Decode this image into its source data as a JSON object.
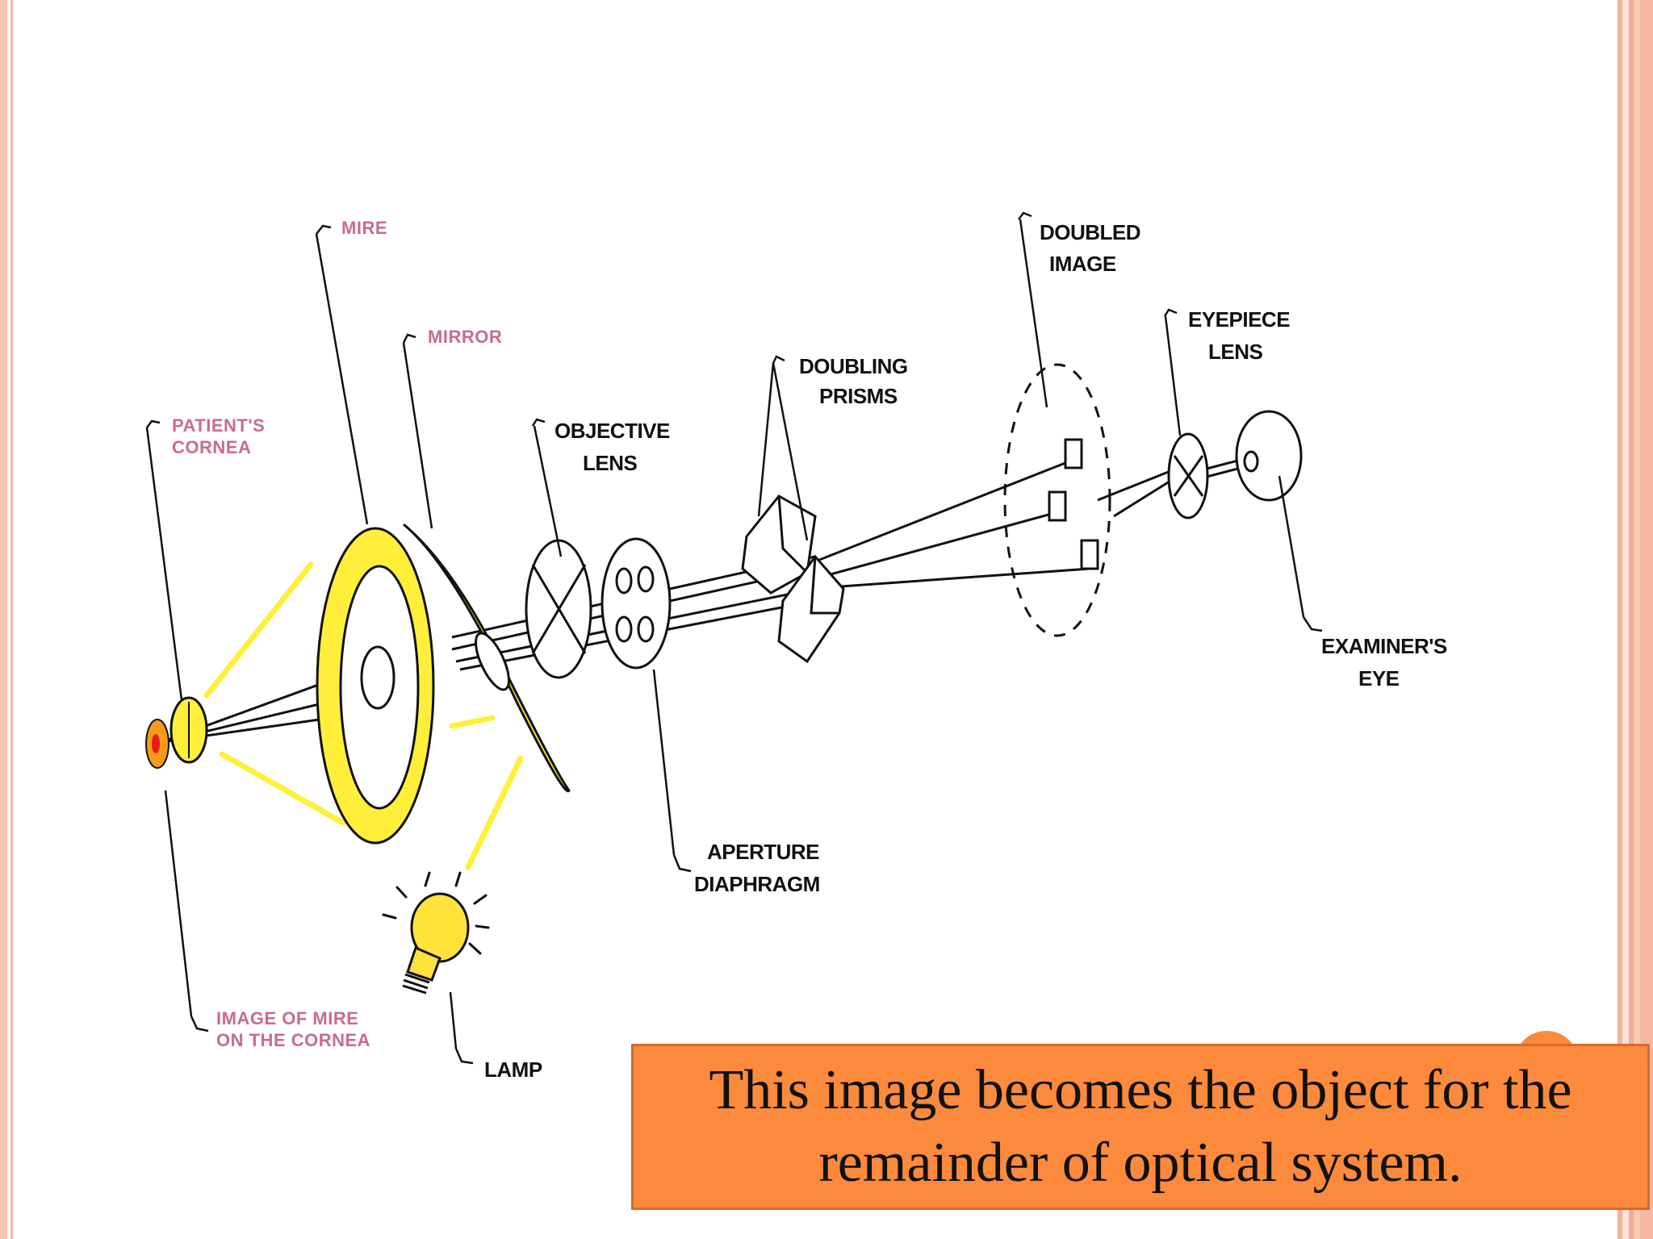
{
  "labels": {
    "mire": "MIRE",
    "mirror": "MIRROR",
    "patients_cornea_1": "PATIENT'S",
    "patients_cornea_2": "CORNEA",
    "objective_lens_1": "OBJECTIVE",
    "objective_lens_2": "LENS",
    "doubling_prisms_1": "DOUBLING",
    "doubling_prisms_2": "PRISMS",
    "doubled_image_1": "DOUBLED",
    "doubled_image_2": "IMAGE",
    "eyepiece_lens_1": "EYEPIECE",
    "eyepiece_lens_2": "LENS",
    "examiners_eye_1": "EXAMINER'S",
    "examiners_eye_2": "EYE",
    "aperture_diaphragm_1": "APERTURE",
    "aperture_diaphragm_2": "DIAPHRAGM",
    "image_of_mire_1": "IMAGE OF MIRE",
    "image_of_mire_2": "ON THE CORNEA",
    "lamp": "LAMP"
  },
  "caption": {
    "line1": "This image becomes the object for the",
    "line2": "remainder of optical system."
  },
  "colors": {
    "accent_yellow": "#ffef3a",
    "label_pink": "#c96b8a",
    "caption_fill": "#fb8a3c",
    "border": "#f4b8a2"
  },
  "icons": {
    "lamp": "light-bulb-icon"
  }
}
